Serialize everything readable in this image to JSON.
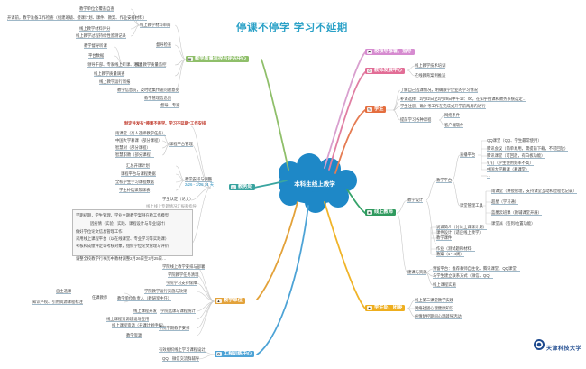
{
  "title": "停课不停学  学习不延期",
  "center": "本科生线上教学",
  "logo": "天津科技大学",
  "right": {
    "leadership": "校领导部署、指导",
    "teachers_office": {
      "label": "教师发展中心",
      "items": [
        "线上教学技术培训",
        "在线教育案例推送"
      ]
    },
    "students": {
      "label": "学生",
      "items": [
        "了解自己选课情况，明确跟学企业的学习情况",
        "补课选择：2月22日至2月29日中午12：00，在知乎搜课和教务系统选定…",
        "学生注册，确补考工作在完成式开学前两周内进行",
        "提前学习各种课程"
      ],
      "sub": [
        "网络条件",
        "客户端软件"
      ]
    },
    "teachers": {
      "label": "线上教师",
      "platform": "教学平台",
      "live": "直播平台",
      "live_items": [
        "QQ课堂（QQ、学生最常使用）",
        "腾讯会议（简单易用，需提前下载，不可回放）",
        "腾讯课堂（可回放，有白板功能）",
        "钉钉（学生使用频率不高）",
        "中国大学慕课（慕课堂）",
        "…"
      ],
      "manage": "课堂管理工具",
      "manage_items": [
        "雨课堂（讲授管理，支持课堂互动和过程化记录）",
        "超星（学习通）",
        "蓝墨云班课（教辅课堂开展）",
        "课堂派（签到/位置功能）"
      ],
      "design": "教学设计",
      "design_items": [
        "说课简介（讨论上课课计划）",
        "课件设计（适应线上教学）",
        "教学课件",
        "作业（测试题和材料）",
        "教案（1～4周）"
      ],
      "build": "建课与资源",
      "build_items": [
        "预留平台：推荐教师自主化、腾讯课堂、QQ课堂）",
        "与学生建立联系方式（微信、QQ）"
      ],
      "practice": "线上课程实施"
    },
    "students_family": {
      "label": "学生处、团委",
      "items": [
        "线上第二课堂教学实践",
        "网络社团心理健康知识",
        "疫情防控期间心理疏导活动"
      ]
    }
  },
  "left": {
    "top_items": [
      "教学单位全覆盖自查",
      "开课前，教学准备工作检查（组建班级、授课计划、课件、教案、作业安排材料）",
      "线上教学材料审阅",
      "线上教学材料评分",
      "线上教学过程持续性监测记录"
    ],
    "quality": {
      "label": "教学质量监控与评估中心",
      "items": [
        "督导检查",
        "领导干部、专家线上听课、巡课",
        "线上教学质量监控",
        "线上教学质量调查",
        "线上教学运行周报"
      ],
      "extra": [
        "教学督导听课",
        "平台数据"
      ],
      "tips": [
        "教学信息员，及时收集传送问题意见",
        "教学管理信息员",
        "督导、专家"
      ]
    },
    "academic": {
      "label": "教务处",
      "notice": "制定并发布“停课不停学、学习不延期”工作安排",
      "train": "课程平台管理",
      "train_items": [
        "雨课堂（高人选择教学任务）",
        "中国大学慕课（部分课程）",
        "智慧树（部分课程）",
        "智慧职教（部分课程）"
      ],
      "schedule": "教学安排与调整",
      "sched_items": [
        "汇总开课计划",
        "课程平台与课程数据",
        "全校学生学习课程数据",
        "学生补选课及课表"
      ],
      "date": "2/26 - 3/28  14 天",
      "notes": [
        "学生认定（论文）",
        "线上线上专题情况汇报和指导"
      ],
      "long": [
        "学期初期，学生管理、学业主题教学案例在稳工作模型",
        "因疫情（实验、实践、课程设计与毕业设计）",
        "做好学位论文信息管理工作",
        "采用线上课程平台（以在线课堂、专业学习等实践课）",
        "考核和成绩评定等考核对象，组织学位论文管理与评价"
      ],
      "calendar": "调整全校教学行事历中教材调整2月26日至3月25日…"
    },
    "units": {
      "label": "教学单位",
      "items": [
        "学院线上教学安排与部署",
        "学院教学任务清理",
        "学院学习支持保障",
        "学院教学运行实施与效果",
        "任课教师",
        "学院选课与课程统计",
        "学院学期教学安排",
        "线上课程资源建设与应用"
      ],
      "left_items": [
        "自主选课",
        "知识产权、引用资源课程标注",
        "线上课程资源（开课计划申报）",
        "教学资源",
        "教学单位负责人（教研室主任）",
        "线上课程开发"
      ]
    },
    "engineering": {
      "label": "工程训练中心",
      "items": [
        "有效组织线上学习课程设计",
        "QQ、微信交流群辅导"
      ]
    }
  }
}
